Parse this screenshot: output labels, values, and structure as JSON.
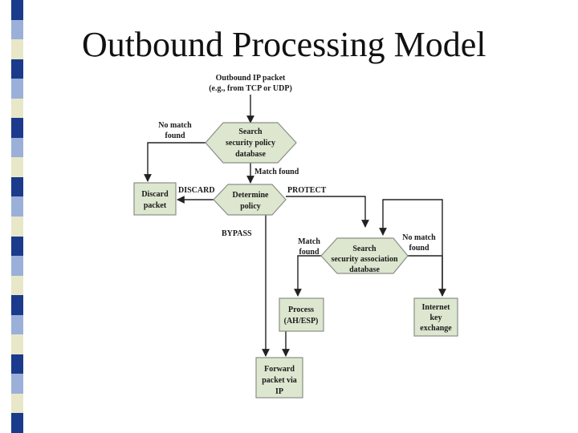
{
  "slide": {
    "title": "Outbound Processing Model",
    "colors": {
      "box_fill": "#dde6cf",
      "box_stroke": "#8a8f86",
      "arrow": "#222222",
      "stripe": [
        "#1b3a8c",
        "#9bb0d8",
        "#e8e7c8",
        "#1b3a8c",
        "#9bb0d8",
        "#e8e7c8"
      ]
    }
  },
  "diagram": {
    "start": {
      "line1": "Outbound IP packet",
      "line2": "(e.g., from TCP or UDP)"
    },
    "search_spd": {
      "line1": "Search",
      "line2": "security policy",
      "line3": "database"
    },
    "determine_policy": {
      "line1": "Determine",
      "line2": "policy"
    },
    "discard_packet": {
      "line1": "Discard",
      "line2": "packet"
    },
    "search_sad": {
      "line1": "Search",
      "line2": "security association",
      "line3": "database"
    },
    "process": {
      "line1": "Process",
      "line2": "(AH/ESP)"
    },
    "ike": {
      "line1": "Internet",
      "line2": "key",
      "line3": "exchange"
    },
    "forward": {
      "line1": "Forward",
      "line2": "packet via",
      "line3": "IP"
    },
    "labels": {
      "no_match_spd_1": "No match",
      "no_match_spd_2": "found",
      "match_found_spd": "Match found",
      "discard": "DISCARD",
      "protect": "PROTECT",
      "bypass": "BYPASS",
      "match_sad_1": "Match",
      "match_sad_2": "found",
      "no_match_sad_1": "No match",
      "no_match_sad_2": "found"
    }
  }
}
